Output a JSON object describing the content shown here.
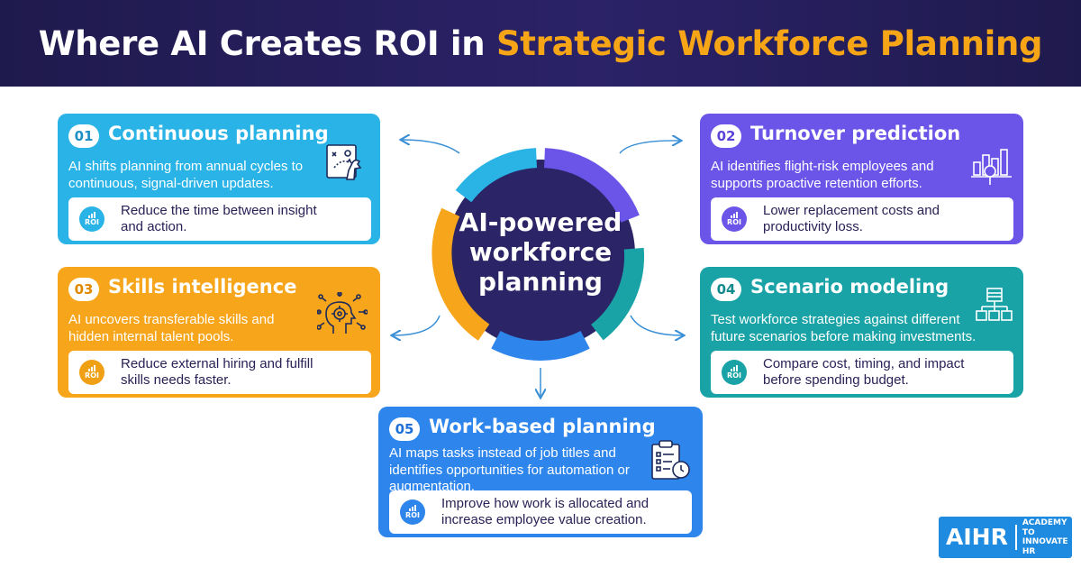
{
  "header": {
    "title_part1": "Where AI Creates ROI in ",
    "title_part2": "Strategic Workforce Planning"
  },
  "center": {
    "line1": "AI-powered",
    "line2": "workforce",
    "line3": "planning"
  },
  "roi_label": "ROI",
  "cards": [
    {
      "number": "01",
      "title": "Continuous planning",
      "description": "AI shifts planning from annual cycles to continuous, signal-driven updates.",
      "roi": "Reduce the time between insight and action.",
      "color": "#29b3e6",
      "icon": "strategy-board-icon"
    },
    {
      "number": "02",
      "title": "Turnover prediction",
      "description": "AI identifies flight-risk employees and supports proactive retention efforts.",
      "roi": "Lower replacement costs and productivity loss.",
      "color": "#6a55e8",
      "icon": "chart-magnifier-icon"
    },
    {
      "number": "03",
      "title": "Skills intelligence",
      "description": "AI uncovers transferable skills and hidden internal talent pools.",
      "roi": "Reduce external hiring and fulfill skills needs faster.",
      "color": "#f7a51a",
      "icon": "head-gear-network-icon"
    },
    {
      "number": "04",
      "title": "Scenario modeling",
      "description": "Test workforce strategies against different future scenarios before making investments.",
      "roi": "Compare cost, timing, and impact before spending budget.",
      "color": "#1aa3a6",
      "icon": "hierarchy-diagram-icon"
    },
    {
      "number": "05",
      "title": "Work-based planning",
      "description": "AI maps tasks instead of job titles and identifies opportunities for automation or augmentation.",
      "roi": "Improve how work is allocated and increase employee value creation.",
      "color": "#2e86ec",
      "icon": "clipboard-clock-icon"
    }
  ],
  "logo": {
    "brand": "AIHR",
    "tagline": "ACADEMY TO INNOVATE HR"
  }
}
